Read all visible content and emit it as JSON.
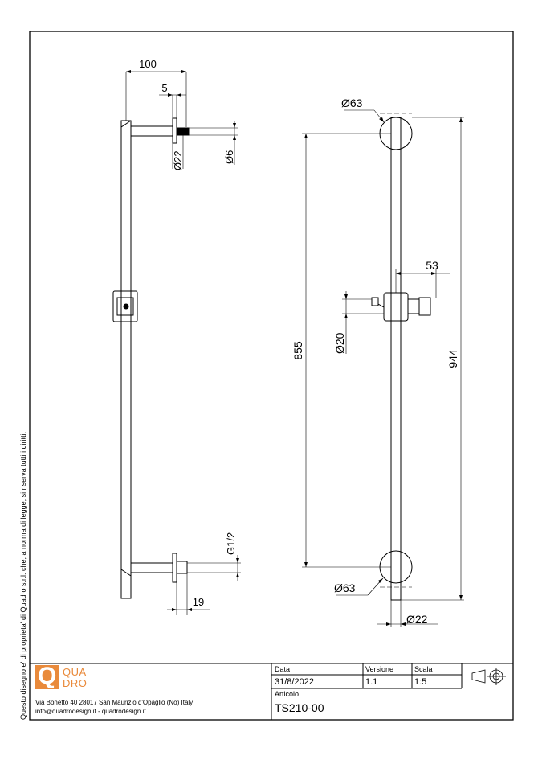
{
  "copyright_note": "Questo disegno e' di proprieta' di Quadro s.r.l. che, a norma di legge, si riserva tutti i diritti.",
  "company": {
    "logo_letter": "Q",
    "logo_text_1": "QUA",
    "logo_text_2": "DRO",
    "brand_color": "#e98a3b",
    "address": "Via Bonetto 40  28017 San Maurizio d'Opaglio (No) Italy",
    "contacts": "info@quadrodesign.it  -  quadrodesign.it"
  },
  "title_block": {
    "date_label": "Data",
    "date_value": "31/8/2022",
    "version_label": "Versione",
    "version_value": "1.1",
    "scale_label": "Scala",
    "scale_value": "1:5",
    "article_label": "Articolo",
    "article_value": "TS210-00",
    "projection_symbol": "first-angle-projection-icon"
  },
  "dimensions": {
    "side_overall_depth": "100",
    "side_flange": "5",
    "side_diameter_22": "Ø22",
    "side_diameter_6": "Ø6",
    "side_thread": "G1/2",
    "side_19": "19",
    "front_diameter_63_top": "Ø63",
    "front_diameter_63_bottom": "Ø63",
    "front_53": "53",
    "front_diameter_20": "Ø20",
    "front_855": "855",
    "front_944": "944",
    "front_diameter_22": "Ø22"
  }
}
